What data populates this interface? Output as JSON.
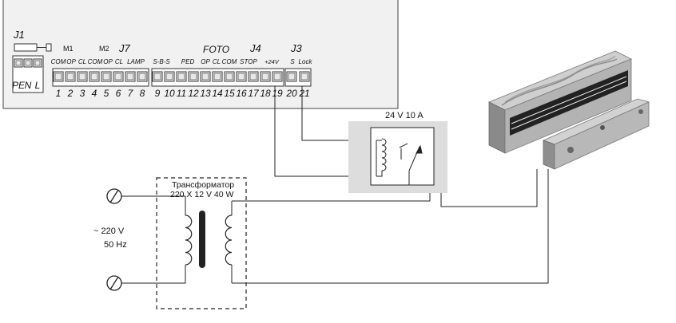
{
  "board": {
    "connectors": {
      "j1": "J1",
      "j7": "J7",
      "foto": "FOTO",
      "j4": "J4",
      "j3": "J3"
    },
    "motors": {
      "m1": "M1",
      "m2": "M2"
    },
    "j1_terminals": [
      "PE",
      "N",
      "L"
    ],
    "signals": [
      {
        "id": "com1",
        "label": "COM"
      },
      {
        "id": "op1",
        "label": "OP"
      },
      {
        "id": "cl1",
        "label": "CL"
      },
      {
        "id": "com2",
        "label": "COM"
      },
      {
        "id": "op2",
        "label": "OP"
      },
      {
        "id": "cl2",
        "label": "CL"
      },
      {
        "id": "lamp",
        "label": "LAMP"
      },
      {
        "id": "sbs",
        "label": "S-B-S"
      },
      {
        "id": "ped",
        "label": "PED"
      },
      {
        "id": "op3",
        "label": "OP"
      },
      {
        "id": "cl3",
        "label": "CL"
      },
      {
        "id": "com3",
        "label": "COM"
      },
      {
        "id": "stop",
        "label": "STOP"
      },
      {
        "id": "v24",
        "label": "+24V"
      },
      {
        "id": "s",
        "label": "S"
      },
      {
        "id": "lock",
        "label": "Lock"
      }
    ],
    "terminal_numbers": [
      "1",
      "2",
      "3",
      "4",
      "5",
      "6",
      "7",
      "8",
      "9",
      "10",
      "11",
      "12",
      "13",
      "14",
      "15",
      "16",
      "17",
      "18",
      "19",
      "20",
      "21"
    ]
  },
  "relay": {
    "rating": "24 V  10 A"
  },
  "transformer": {
    "name": "Трансформатор",
    "spec": "220 X 12 V 40 W"
  },
  "mains": {
    "voltage": "~ 220 V",
    "frequency": "50 Hz"
  },
  "colors": {
    "line": "#222222",
    "board_fill": "#f1f1f1",
    "relay_fill": "#dddddd"
  },
  "icons": [
    "terminal-screw-icon",
    "mains-plug-icon",
    "relay-coil-icon",
    "relay-contact-icon",
    "transformer-winding-icon",
    "magnetic-lock-icon",
    "armature-plate-icon",
    "fuse-icon"
  ]
}
